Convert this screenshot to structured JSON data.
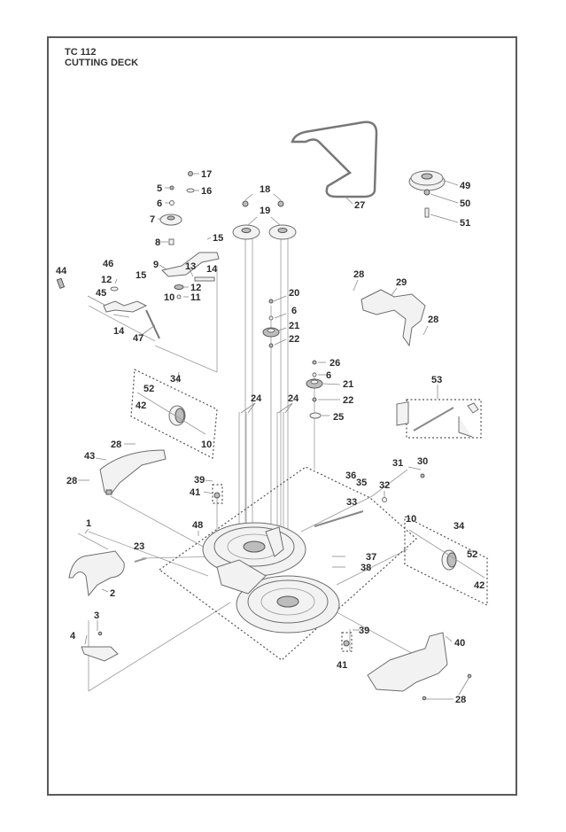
{
  "header": {
    "model": "TC 112",
    "section": "CUTTING DECK"
  },
  "callouts": [
    {
      "id": "c17",
      "text": "17"
    },
    {
      "id": "c5",
      "text": "5"
    },
    {
      "id": "c16",
      "text": "16"
    },
    {
      "id": "c6a",
      "text": "6"
    },
    {
      "id": "c7",
      "text": "7"
    },
    {
      "id": "c8",
      "text": "8"
    },
    {
      "id": "c15a",
      "text": "15"
    },
    {
      "id": "c9",
      "text": "9"
    },
    {
      "id": "c13",
      "text": "13"
    },
    {
      "id": "c14a",
      "text": "14"
    },
    {
      "id": "c12a",
      "text": "12"
    },
    {
      "id": "c10a",
      "text": "10"
    },
    {
      "id": "c11",
      "text": "11"
    },
    {
      "id": "c44",
      "text": "44"
    },
    {
      "id": "c46",
      "text": "46"
    },
    {
      "id": "c12b",
      "text": "12"
    },
    {
      "id": "c45",
      "text": "45"
    },
    {
      "id": "c15b",
      "text": "15"
    },
    {
      "id": "c14b",
      "text": "14"
    },
    {
      "id": "c47",
      "text": "47"
    },
    {
      "id": "c18",
      "text": "18"
    },
    {
      "id": "c19",
      "text": "19"
    },
    {
      "id": "c27",
      "text": "27"
    },
    {
      "id": "c49",
      "text": "49"
    },
    {
      "id": "c50",
      "text": "50"
    },
    {
      "id": "c51",
      "text": "51"
    },
    {
      "id": "c28a",
      "text": "28"
    },
    {
      "id": "c29",
      "text": "29"
    },
    {
      "id": "c28b",
      "text": "28"
    },
    {
      "id": "c20",
      "text": "20"
    },
    {
      "id": "c6b",
      "text": "6"
    },
    {
      "id": "c21a",
      "text": "21"
    },
    {
      "id": "c22a",
      "text": "22"
    },
    {
      "id": "c26",
      "text": "26"
    },
    {
      "id": "c6c",
      "text": "6"
    },
    {
      "id": "c21b",
      "text": "21"
    },
    {
      "id": "c22b",
      "text": "22"
    },
    {
      "id": "c25",
      "text": "25"
    },
    {
      "id": "c34a",
      "text": "34"
    },
    {
      "id": "c52a",
      "text": "52"
    },
    {
      "id": "c42a",
      "text": "42"
    },
    {
      "id": "c10b",
      "text": "10"
    },
    {
      "id": "c24a",
      "text": "24"
    },
    {
      "id": "c24b",
      "text": "24"
    },
    {
      "id": "c53",
      "text": "53"
    },
    {
      "id": "c28c",
      "text": "28"
    },
    {
      "id": "c43",
      "text": "43"
    },
    {
      "id": "c28d",
      "text": "28"
    },
    {
      "id": "c39a",
      "text": "39"
    },
    {
      "id": "c41a",
      "text": "41"
    },
    {
      "id": "c36",
      "text": "36"
    },
    {
      "id": "c35",
      "text": "35"
    },
    {
      "id": "c31",
      "text": "31"
    },
    {
      "id": "c30",
      "text": "30"
    },
    {
      "id": "c32",
      "text": "32"
    },
    {
      "id": "c33",
      "text": "33"
    },
    {
      "id": "c1",
      "text": "1"
    },
    {
      "id": "c48",
      "text": "48"
    },
    {
      "id": "c10c",
      "text": "10"
    },
    {
      "id": "c34b",
      "text": "34"
    },
    {
      "id": "c23",
      "text": "23"
    },
    {
      "id": "c37",
      "text": "37"
    },
    {
      "id": "c38",
      "text": "38"
    },
    {
      "id": "c52b",
      "text": "52"
    },
    {
      "id": "c2",
      "text": "2"
    },
    {
      "id": "c42b",
      "text": "42"
    },
    {
      "id": "c3",
      "text": "3"
    },
    {
      "id": "c4",
      "text": "4"
    },
    {
      "id": "c39b",
      "text": "39"
    },
    {
      "id": "c40",
      "text": "40"
    },
    {
      "id": "c41b",
      "text": "41"
    },
    {
      "id": "c28e",
      "text": "28"
    }
  ]
}
